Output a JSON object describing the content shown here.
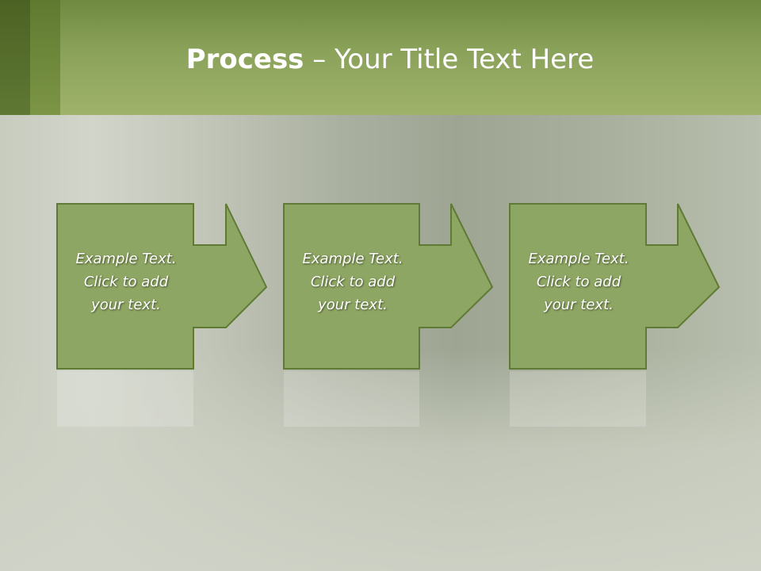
{
  "title": {
    "bold": "Process",
    "rest": " – Your Title Text Here"
  },
  "steps": [
    {
      "text": "Example Text.\nClick  to add\nyour text."
    },
    {
      "text": "Example Text.\nClick  to add\nyour text."
    },
    {
      "text": "Example Text.\nClick  to add\nyour text."
    }
  ],
  "colors": {
    "title_band": "#8ba25a",
    "shape_fill": "#8ea663",
    "shape_border": "#5f7a35",
    "text": "#ffffff"
  }
}
